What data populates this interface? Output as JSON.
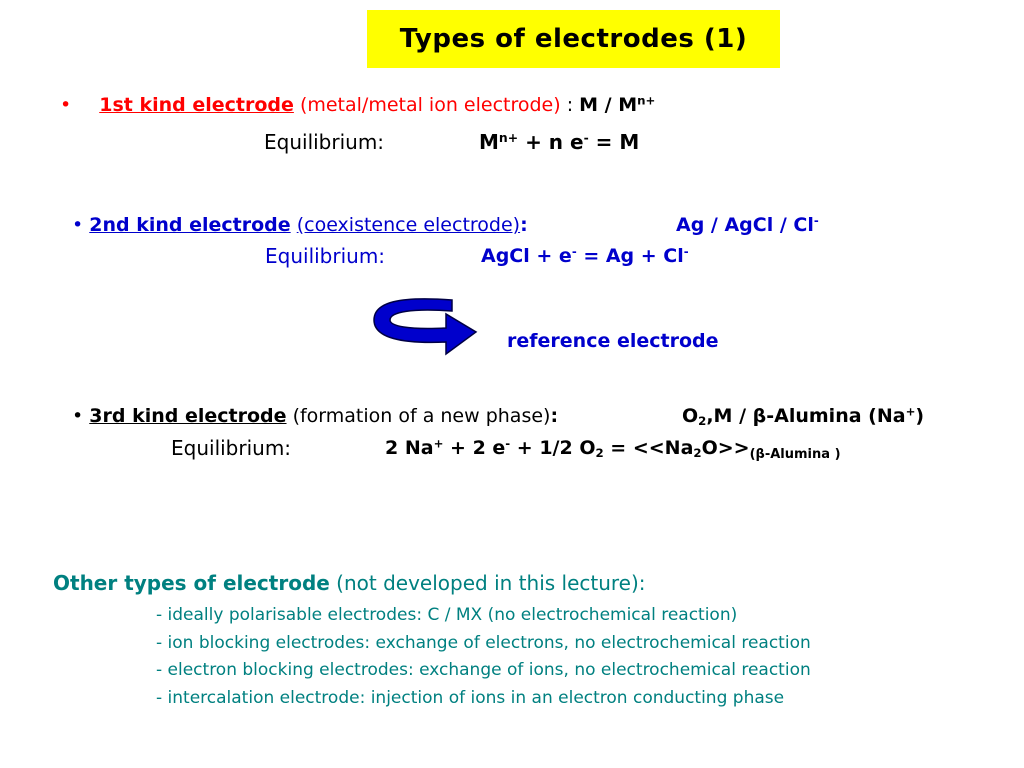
{
  "title": "Types of electrodes (1)",
  "bullet": "•",
  "first": {
    "name": "1st kind electrode",
    "desc": "(metal/metal ion electrode)",
    "colon": " : ",
    "formula_m": "M / M",
    "formula_sup": "n+",
    "eq_label": "Equilibrium:",
    "eq_m1": "M",
    "eq_sup1": "n+",
    "eq_mid": " + n e",
    "eq_sup2": "-",
    "eq_end": " =  M"
  },
  "second": {
    "name": "2nd kind electrode",
    "desc": "(coexistence electrode)",
    "colon": ":",
    "formula": "Ag / AgCl / Cl",
    "formula_sup": "-",
    "eq_label": "Equilibrium:",
    "eq_a": "AgCl + e",
    "eq_sup1": "-",
    "eq_b": " =  Ag + Cl",
    "eq_sup2": "-"
  },
  "reference": "reference electrode",
  "third": {
    "name": "3rd kind electrode",
    "desc": "(formation of a new phase)",
    "colon": ":",
    "f1": "O",
    "f1_sub": "2",
    "f2": ",M / ",
    "beta": "β",
    "f3": "-Alumina (Na",
    "f3_sup": "+",
    "f4": ")",
    "eq_label": "Equilibrium:",
    "e1": "2 Na",
    "e1_sup": "+",
    "e2": " + 2 e",
    "e2_sup": "-",
    "e3": " + 1/2 O",
    "e3_sub": "2",
    "e4": " =  <<Na",
    "e4_sub": "2",
    "e5": "O>>",
    "e6": "(",
    "e6_beta": "β",
    "e6_end": "-Alumina )"
  },
  "other": {
    "heading": "Other types of electrode",
    "heading_note": " (not developed in this lecture):",
    "items": [
      "- ideally polarisable electrodes: C / MX  (no electrochemical reaction)",
      "- ion blocking electrodes: exchange of electrons, no electrochemical reaction",
      "- electron blocking electrodes: exchange of ions, no electrochemical reaction",
      "- intercalation electrode: injection of ions in an electron conducting phase"
    ]
  },
  "colors": {
    "title_bg": "#ffff00",
    "first_item": "#ff0000",
    "second_item": "#0000cc",
    "other_text": "#008080",
    "arrow": "#0000cc"
  },
  "icons": {
    "arrow": "curved-arrow-icon"
  }
}
